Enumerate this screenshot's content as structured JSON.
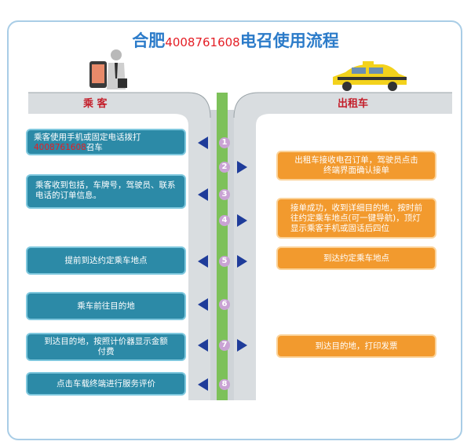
{
  "title": {
    "prefix": "合肥",
    "phone": "4008761608",
    "suffix": "电召使用流程"
  },
  "passenger_label": "乘 客",
  "taxi_label": "出租车",
  "left_steps": [
    {
      "line1": "乘客使用手机或固定电话拨打",
      "line2_phone": "4008761608",
      "line2_suffix": "召车"
    },
    {
      "text": "乘客收到包括，车牌号，驾驶员、联系电话的订单信息。"
    },
    {
      "text": "提前到达约定乘车地点"
    },
    {
      "text": "乘车前往目的地"
    },
    {
      "text": "到达目的地，按照计价器显示金额付费"
    },
    {
      "text": "点击车载终端进行服务评价"
    }
  ],
  "right_steps": [
    {
      "text": "出租车接收电召订单，驾驶员点击终端界面确认接单"
    },
    {
      "text": "接单成功，收到详细目的地，按时前往约定乘车地点(可一键导航)，顶灯显示乘客手机或固话后四位"
    },
    {
      "text": "到达约定乘车地点"
    },
    {
      "text": "到达目的地，打印发票"
    }
  ],
  "step_numbers": [
    "1",
    "2",
    "3",
    "4",
    "5",
    "6",
    "7",
    "8"
  ],
  "colors": {
    "left_box": "#2c8aa7",
    "right_box": "#f29a2e",
    "road": "#d9dde0",
    "median": "#7dc15a",
    "arrow": "#1f3c9a",
    "title": "#2b7bc9",
    "phone": "#e41e25"
  }
}
